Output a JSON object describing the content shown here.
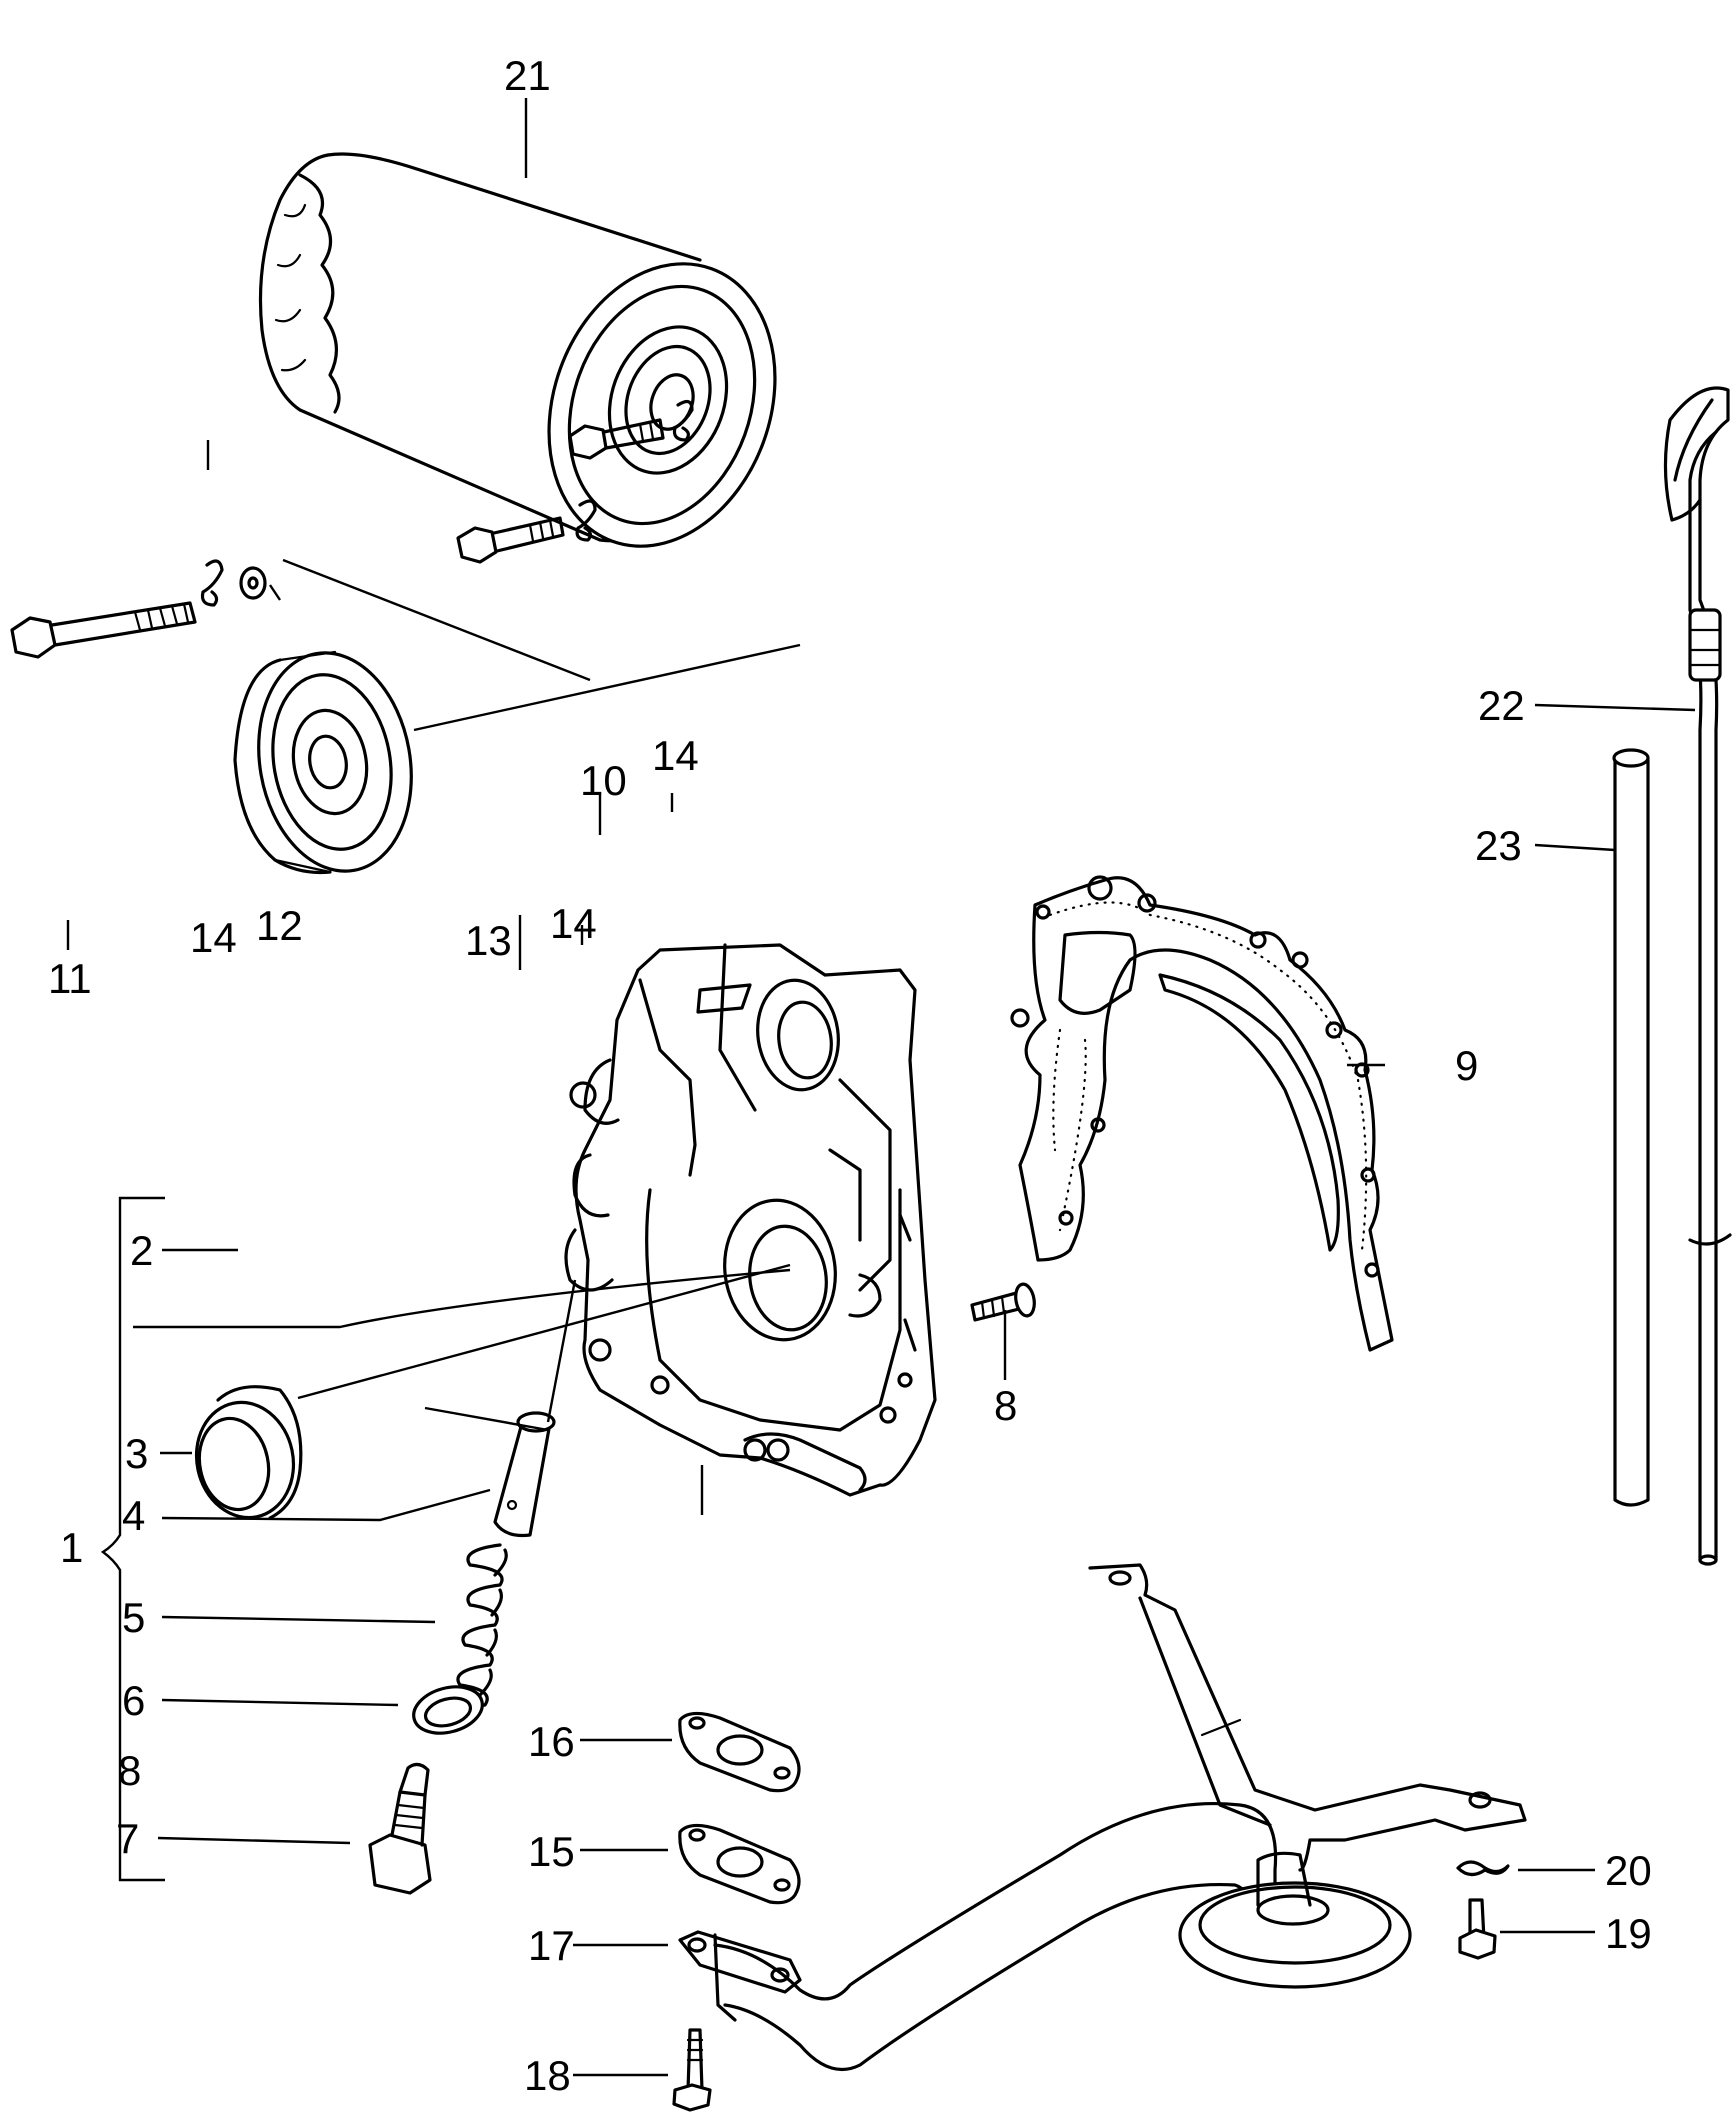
{
  "diagram": {
    "callouts": {
      "c1": "1",
      "c2": "2",
      "c3": "3",
      "c4": "4",
      "c5": "5",
      "c6": "6",
      "c7": "7",
      "c8_left": "8",
      "c8_right": "8",
      "c9": "9",
      "c10": "10",
      "c11": "11",
      "c12": "12",
      "c13": "13",
      "c14_left": "14",
      "c14_mid": "14",
      "c14_top": "14",
      "c15": "15",
      "c16": "16",
      "c17": "17",
      "c18": "18",
      "c19": "19",
      "c20": "20",
      "c21": "21",
      "c22": "22",
      "c23": "23"
    },
    "icons": {
      "oil_filter": "oil-filter-icon",
      "housing": "oil-pump-housing-icon",
      "gasket": "housing-gasket-icon",
      "dipstick": "dipstick-icon",
      "guide_tube": "dipstick-tube-icon",
      "pickup": "oil-pickup-pipe-icon",
      "stroke_color": "#000000",
      "background_color": "#ffffff"
    }
  }
}
